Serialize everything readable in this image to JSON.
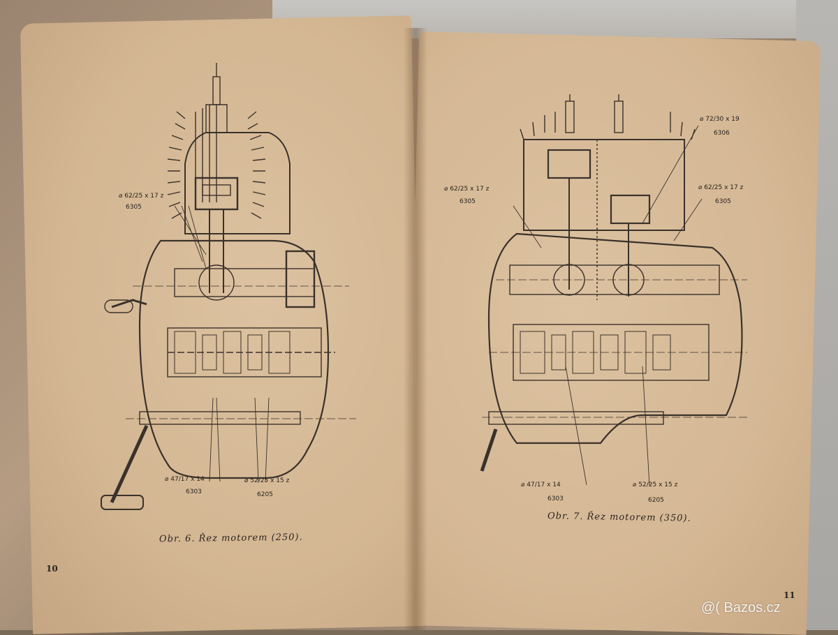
{
  "left_page": {
    "caption": "Obr. 6. Řez motorem (250).",
    "page_number": "10",
    "labels": {
      "top_size": "⌀ 62/25 x 17 z",
      "top_code": "6305",
      "bottom_left_size": "⌀ 47/17 x 14",
      "bottom_left_code": "6303",
      "bottom_right_size": "⌀ 52/25 x 15 z",
      "bottom_right_code": "6205"
    }
  },
  "right_page": {
    "caption": "Obr. 7. Řez motorem (350).",
    "page_number": "11",
    "labels": {
      "top_right_size": "⌀ 72/30 x 19",
      "top_right_code": "6306",
      "left_size": "⌀ 62/25 x 17 z",
      "left_code": "6305",
      "right_size": "⌀ 62/25 x 17 z",
      "right_code": "6305",
      "bottom_left_size": "⌀ 47/17 x 14",
      "bottom_left_code": "6303",
      "bottom_right_size": "⌀ 52/25 x 15 z",
      "bottom_right_code": "6205"
    }
  },
  "watermark": "@( Bazos.cz",
  "colors": {
    "paper": "#d6b997",
    "ink": "#2a2420"
  }
}
